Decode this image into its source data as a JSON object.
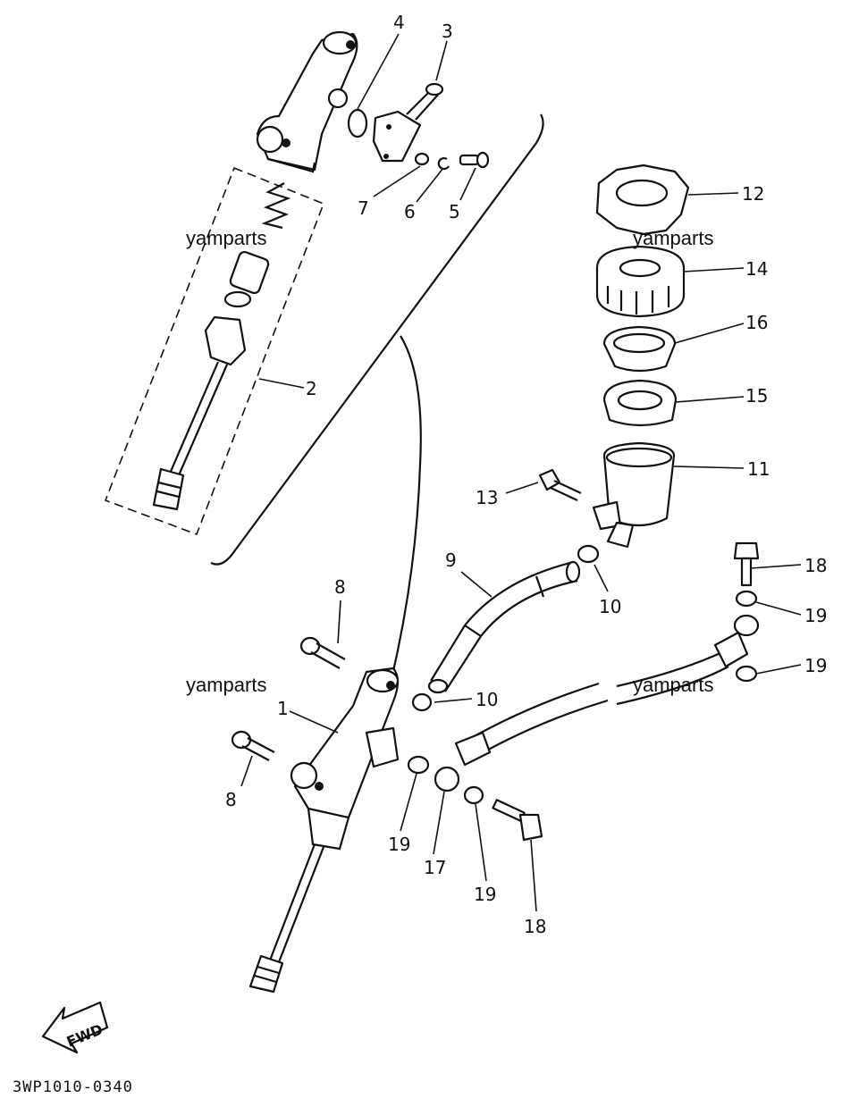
{
  "diagram": {
    "drawing_code": "3WP1010-0340",
    "watermark": "yamparts",
    "direction_marker": "FWD",
    "callouts": {
      "c1": "1",
      "c2": "2",
      "c3": "3",
      "c4": "4",
      "c5": "5",
      "c6": "6",
      "c7": "7",
      "c8a": "8",
      "c8b": "8",
      "c9": "9",
      "c10a": "10",
      "c10b": "10",
      "c11": "11",
      "c12": "12",
      "c13": "13",
      "c14": "14",
      "c15": "15",
      "c16": "16",
      "c17": "17",
      "c18a": "18",
      "c18b": "18",
      "c19a": "19",
      "c19b": "19",
      "c19c": "19",
      "c19d": "19"
    }
  }
}
